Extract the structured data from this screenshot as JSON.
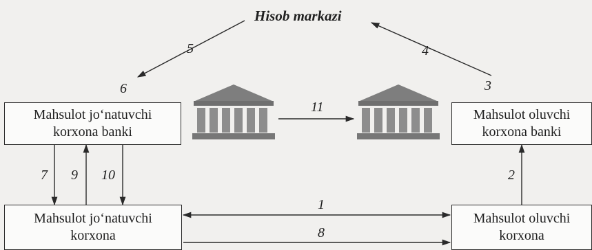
{
  "title": "Hisob markazi",
  "nodes": {
    "supplier_bank": [
      "Mahsulot jo‘natuvchi",
      "korxona banki"
    ],
    "buyer_bank": [
      "Mahsulot oluvchi",
      "korxona banki"
    ],
    "supplier": [
      "Mahsulot jo‘natuvchi",
      "korxona"
    ],
    "buyer": [
      "Mahsulot oluvchi",
      "korxona"
    ]
  },
  "flows": {
    "f1": "1",
    "f2": "2",
    "f3": "3",
    "f4": "4",
    "f5": "5",
    "f6": "6",
    "f7": "7",
    "f8": "8",
    "f9": "9",
    "f10": "10",
    "f11": "11"
  },
  "icons": {
    "left_bank": "bank-building-icon",
    "right_bank": "bank-building-icon"
  },
  "colors": {
    "box_fill": "#fbfbfa",
    "line": "#2a2a2a",
    "bank_gray": "#8c8c8c",
    "background": "#f1f0ee"
  }
}
